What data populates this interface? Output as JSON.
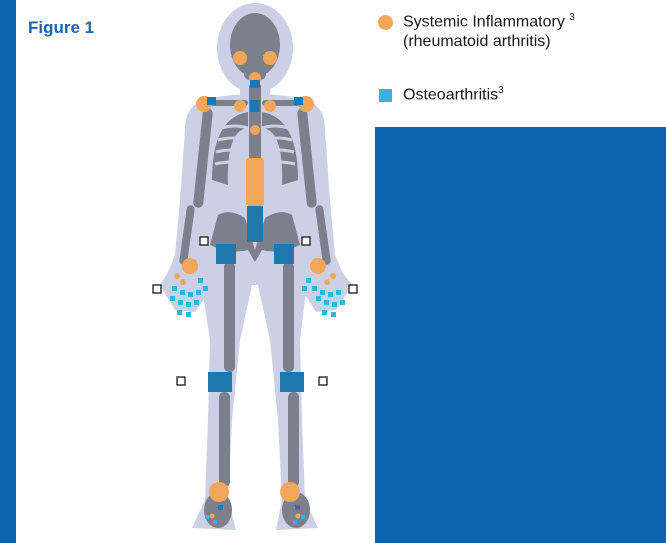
{
  "figure_title": "Figure 1",
  "legend": {
    "systemic": {
      "label_line1": "Systemic Inflammatory",
      "sup": "3",
      "label_line2": "(rheumatoid arthritis)",
      "color": "#f2a65a",
      "icon": "orange-circle-icon"
    },
    "osteo": {
      "label": "Osteoarthritis",
      "sup": "3",
      "color": "#3ab0e0",
      "icon": "blue-square-icon"
    }
  },
  "colors": {
    "background_blue": "#0a63ad",
    "body_outline": "#ccd0e6",
    "bone": "#7c7f8c",
    "orange_joint": "#f2a65a",
    "blue_joint": "#1f78ad",
    "light_blue_joint": "#3ab0e0"
  }
}
